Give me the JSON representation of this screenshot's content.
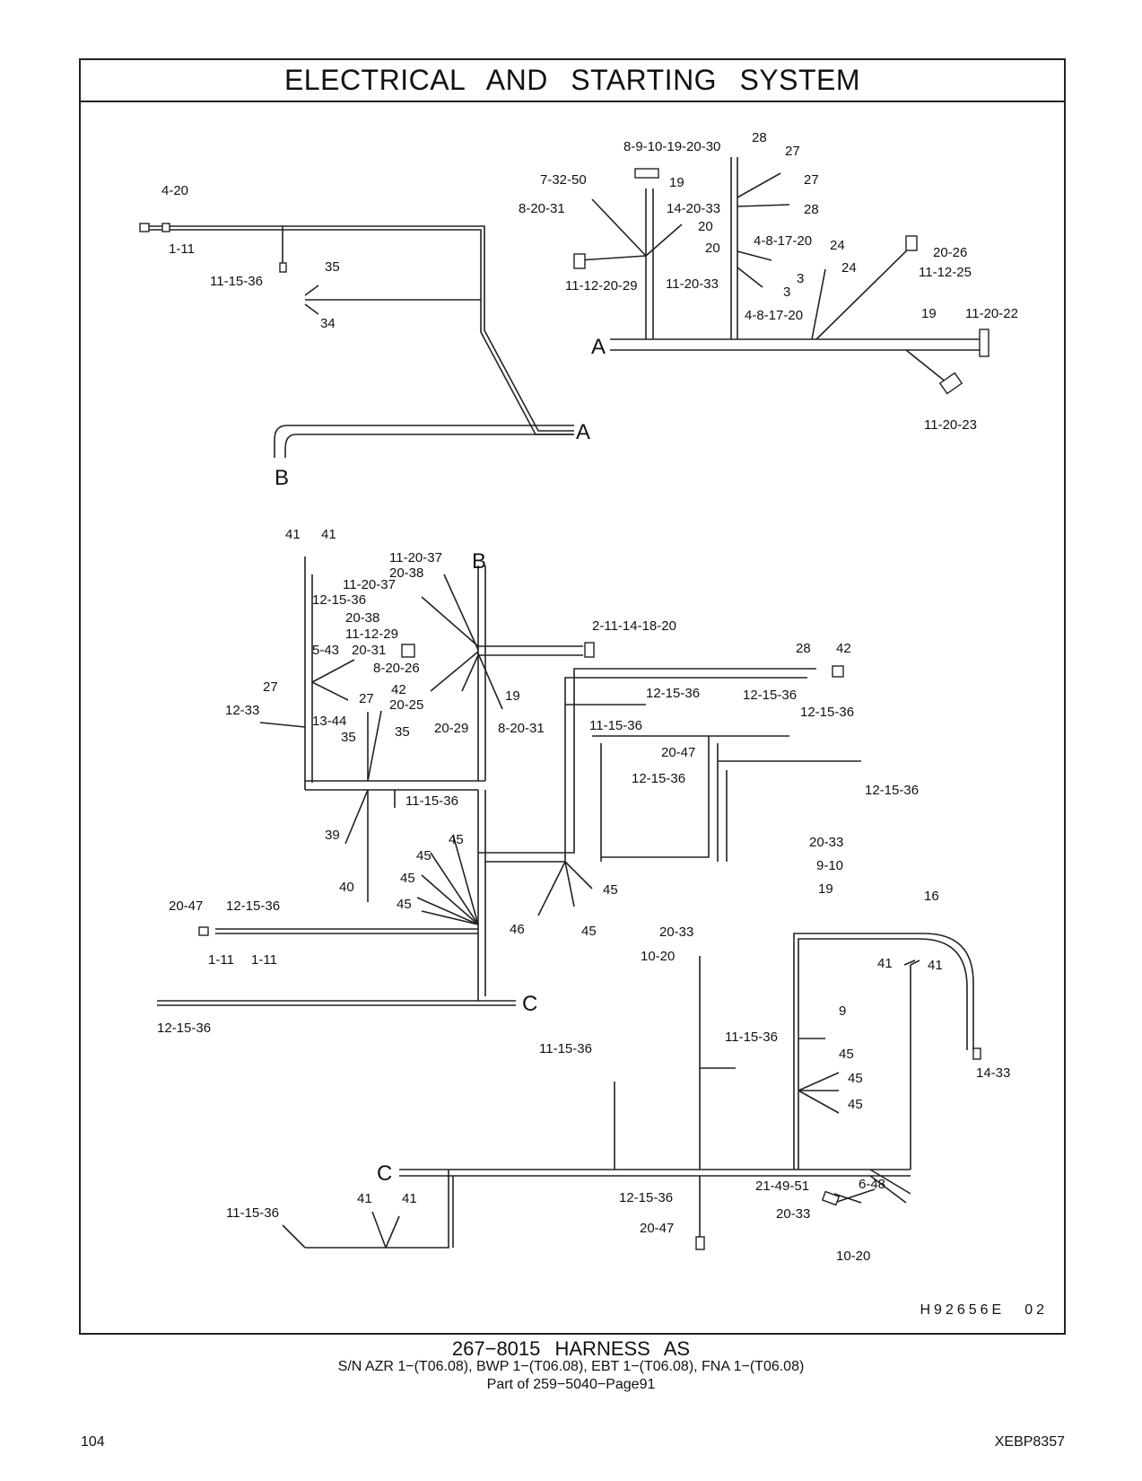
{
  "header": {
    "title": "ELECTRICAL  AND  STARTING  SYSTEM"
  },
  "illustration_code": "H92656E",
  "illustration_rev": "02",
  "caption": {
    "title": "267−8015  HARNESS AS",
    "serials": "S/N AZR 1−(T06.08), BWP 1−(T06.08), EBT 1−(T06.08), FNA 1−(T06.08)",
    "part_of": "Part of 259−5040−Page91"
  },
  "footer": {
    "page_number": "104",
    "doc_id": "XEBP8357"
  },
  "callouts": [
    "4-20",
    "1-11",
    "11-15-36",
    "35",
    "34",
    "8-9-10-19-20-30",
    "28",
    "27",
    "27",
    "7-32-50",
    "19",
    "8-20-31",
    "14-20-33",
    "20",
    "28",
    "20",
    "4-8-17-20",
    "24",
    "24",
    "20-26",
    "11-12-25",
    "3",
    "3",
    "4-8-17-20",
    "11-12-20-29",
    "11-20-33",
    "19",
    "11-20-22",
    "11-20-23",
    "A",
    "A",
    "B",
    "41",
    "41",
    "11-20-37",
    "20-38",
    "B",
    "11-20-37",
    "12-15-36",
    "20-38",
    "11-12-29",
    "5-43",
    "20-31",
    "2-11-14-18-20",
    "28",
    "42",
    "8-20-26",
    "27",
    "42",
    "12-33",
    "27",
    "20-25",
    "19",
    "13-44",
    "35",
    "35",
    "20-29",
    "8-20-31",
    "12-15-36",
    "12-15-36",
    "11-15-36",
    "12-15-36",
    "20-47",
    "12-15-36",
    "12-15-36",
    "11-15-36",
    "39",
    "45",
    "45",
    "45",
    "45",
    "45",
    "40",
    "46",
    "45",
    "20-47",
    "12-15-36",
    "1-11",
    "1-11",
    "C",
    "12-15-36",
    "20-33",
    "9-10",
    "19",
    "16",
    "41",
    "41",
    "20-33",
    "10-20",
    "9",
    "11-15-36",
    "45",
    "11-15-36",
    "45",
    "45",
    "14-33",
    "C",
    "41",
    "41",
    "11-15-36",
    "12-15-36",
    "21-49-51",
    "6-48",
    "20-33",
    "20-47",
    "10-20"
  ]
}
